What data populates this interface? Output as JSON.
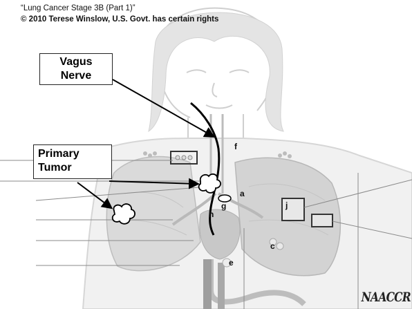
{
  "caption": {
    "title": "“Lung Cancer Stage 3B (Part 1)”",
    "copyright": "© 2010 Terese Winslow, U.S. Govt. has certain rights"
  },
  "callouts": {
    "vagus_line1": "Vagus",
    "vagus_line2": "Nerve",
    "tumor_line1": "Primary",
    "tumor_line2": "Tumor"
  },
  "labels": {
    "a": "a",
    "c": "c",
    "e": "e",
    "f": "f",
    "g": "g",
    "h": "h",
    "j": "j"
  },
  "logo": "NAACCR",
  "colors": {
    "background": "#ffffff",
    "annotation": "#000000",
    "illustration": "#c9c9c9"
  }
}
